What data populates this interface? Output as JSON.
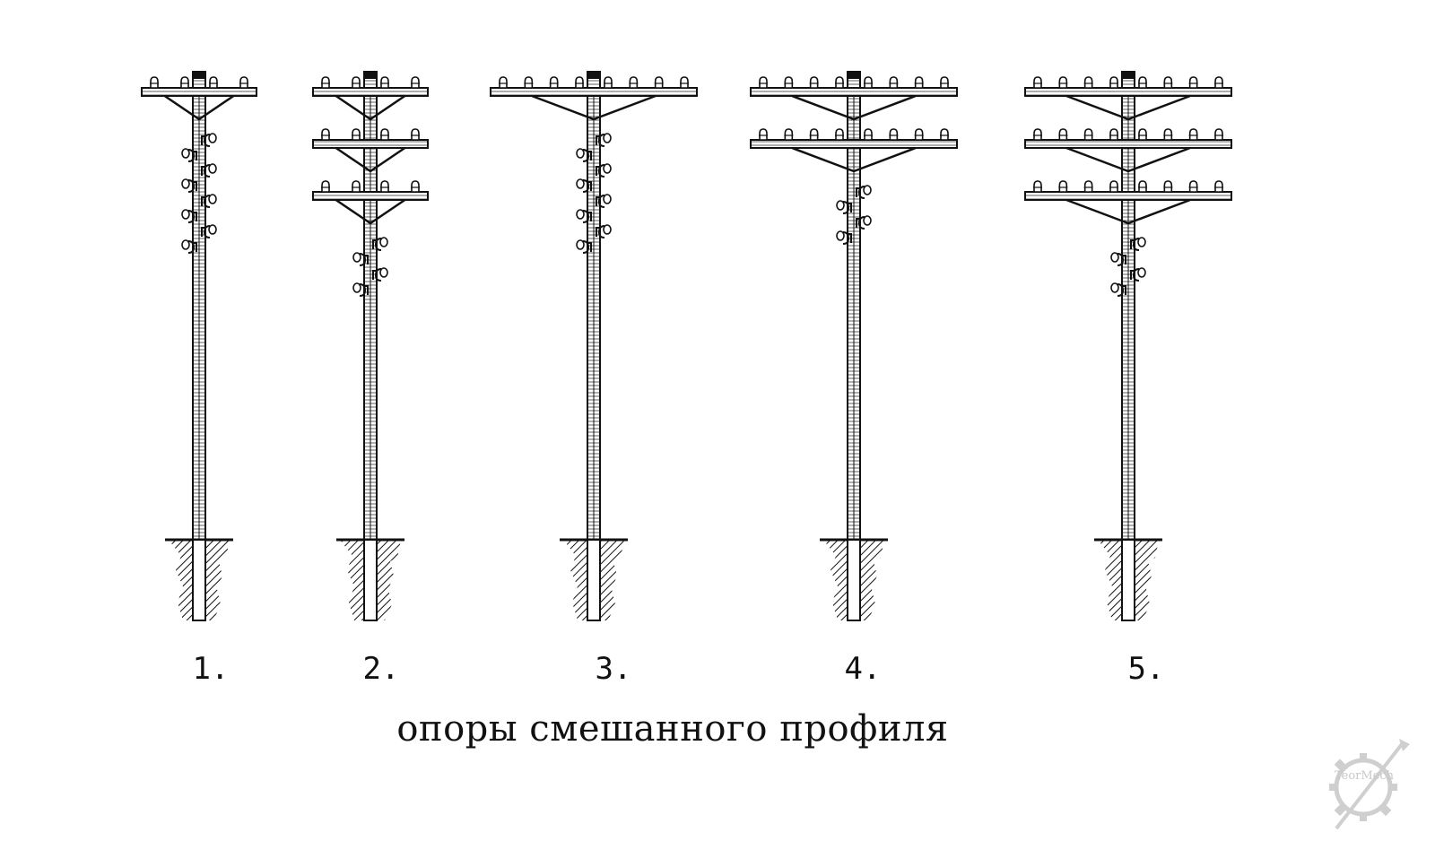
{
  "poles": [
    {
      "label": "1.",
      "crossarms": 1,
      "insulators_per_side": 2,
      "hook_rows": 4
    },
    {
      "label": "2.",
      "crossarms": 3,
      "insulators_per_side": 2,
      "hook_rows": 2
    },
    {
      "label": "3.",
      "crossarms": 1,
      "insulators_per_side": 4,
      "hook_rows": 4
    },
    {
      "label": "4.",
      "crossarms": 2,
      "insulators_per_side": 4,
      "hook_rows": 2
    },
    {
      "label": "5.",
      "crossarms": 3,
      "insulators_per_side": 4,
      "hook_rows": 2
    }
  ],
  "caption": "опоры смешанного профиля",
  "watermark": "TeorMech",
  "colors": {
    "ink": "#111111",
    "wood": "#ffffff",
    "watermark": "#c8c8c8"
  }
}
